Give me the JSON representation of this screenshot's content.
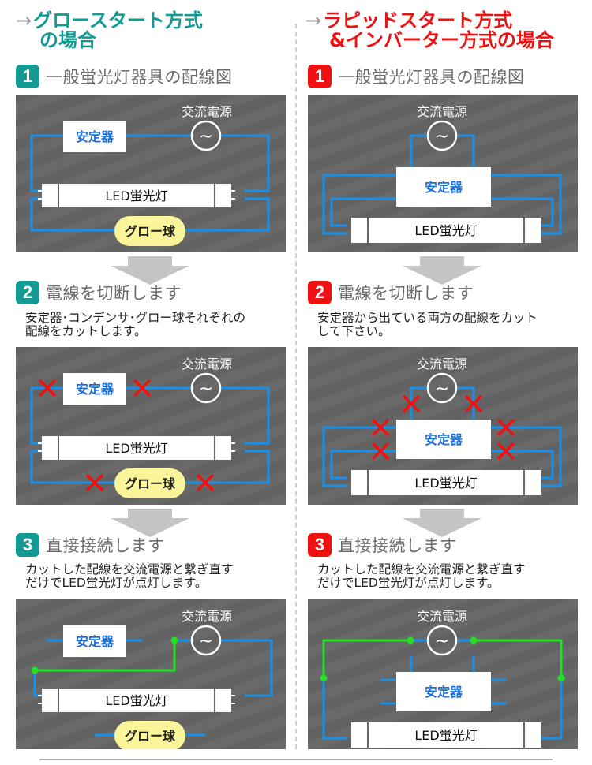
{
  "colors": {
    "green_accent": "#149a94",
    "red_accent": "#ee1111",
    "panel_bg": "#646464",
    "wire_blue": "#1a8fe8",
    "wire_green": "#22e022",
    "cut_red": "#ee1111",
    "glow_yellow": "#fbf59a",
    "ballast_text_blue": "#1a6fe0"
  },
  "left": {
    "title": {
      "arrow": "→",
      "line1": "グロースタート方式",
      "line2": "の場合"
    },
    "steps": [
      {
        "num": "1",
        "label": "一般蛍光灯器具の配線図",
        "desc": []
      },
      {
        "num": "2",
        "label": "電線を切断します",
        "desc": [
          "安定器･コンデンサ･グロー球それぞれの",
          "配線をカットします。"
        ]
      },
      {
        "num": "3",
        "label": "直接接続します",
        "desc": [
          "カットした配線を交流電源と繋ぎ直す",
          "だけでLED蛍光灯が点灯します。"
        ]
      }
    ],
    "diagram": {
      "power_label": "交流電源",
      "power_symbol": "~",
      "ballast": "安定器",
      "tube": "LED蛍光灯",
      "glow": "グロー球"
    }
  },
  "right": {
    "title": {
      "arrow": "→",
      "line1": "ラピッドスタート方式",
      "line2": "&インバーター方式の場合"
    },
    "steps": [
      {
        "num": "1",
        "label": "一般蛍光灯器具の配線図",
        "desc": []
      },
      {
        "num": "2",
        "label": "電線を切断します",
        "desc": [
          "安定器から出ている両方の配線をカット",
          "して下さい。"
        ]
      },
      {
        "num": "3",
        "label": "直接接続します",
        "desc": [
          "カットした配線を交流電源と繋ぎ直す",
          "だけでLED蛍光灯が点灯します。"
        ]
      }
    ],
    "diagram": {
      "power_label": "交流電源",
      "power_symbol": "~",
      "ballast": "安定器",
      "tube": "LED蛍光灯"
    }
  }
}
